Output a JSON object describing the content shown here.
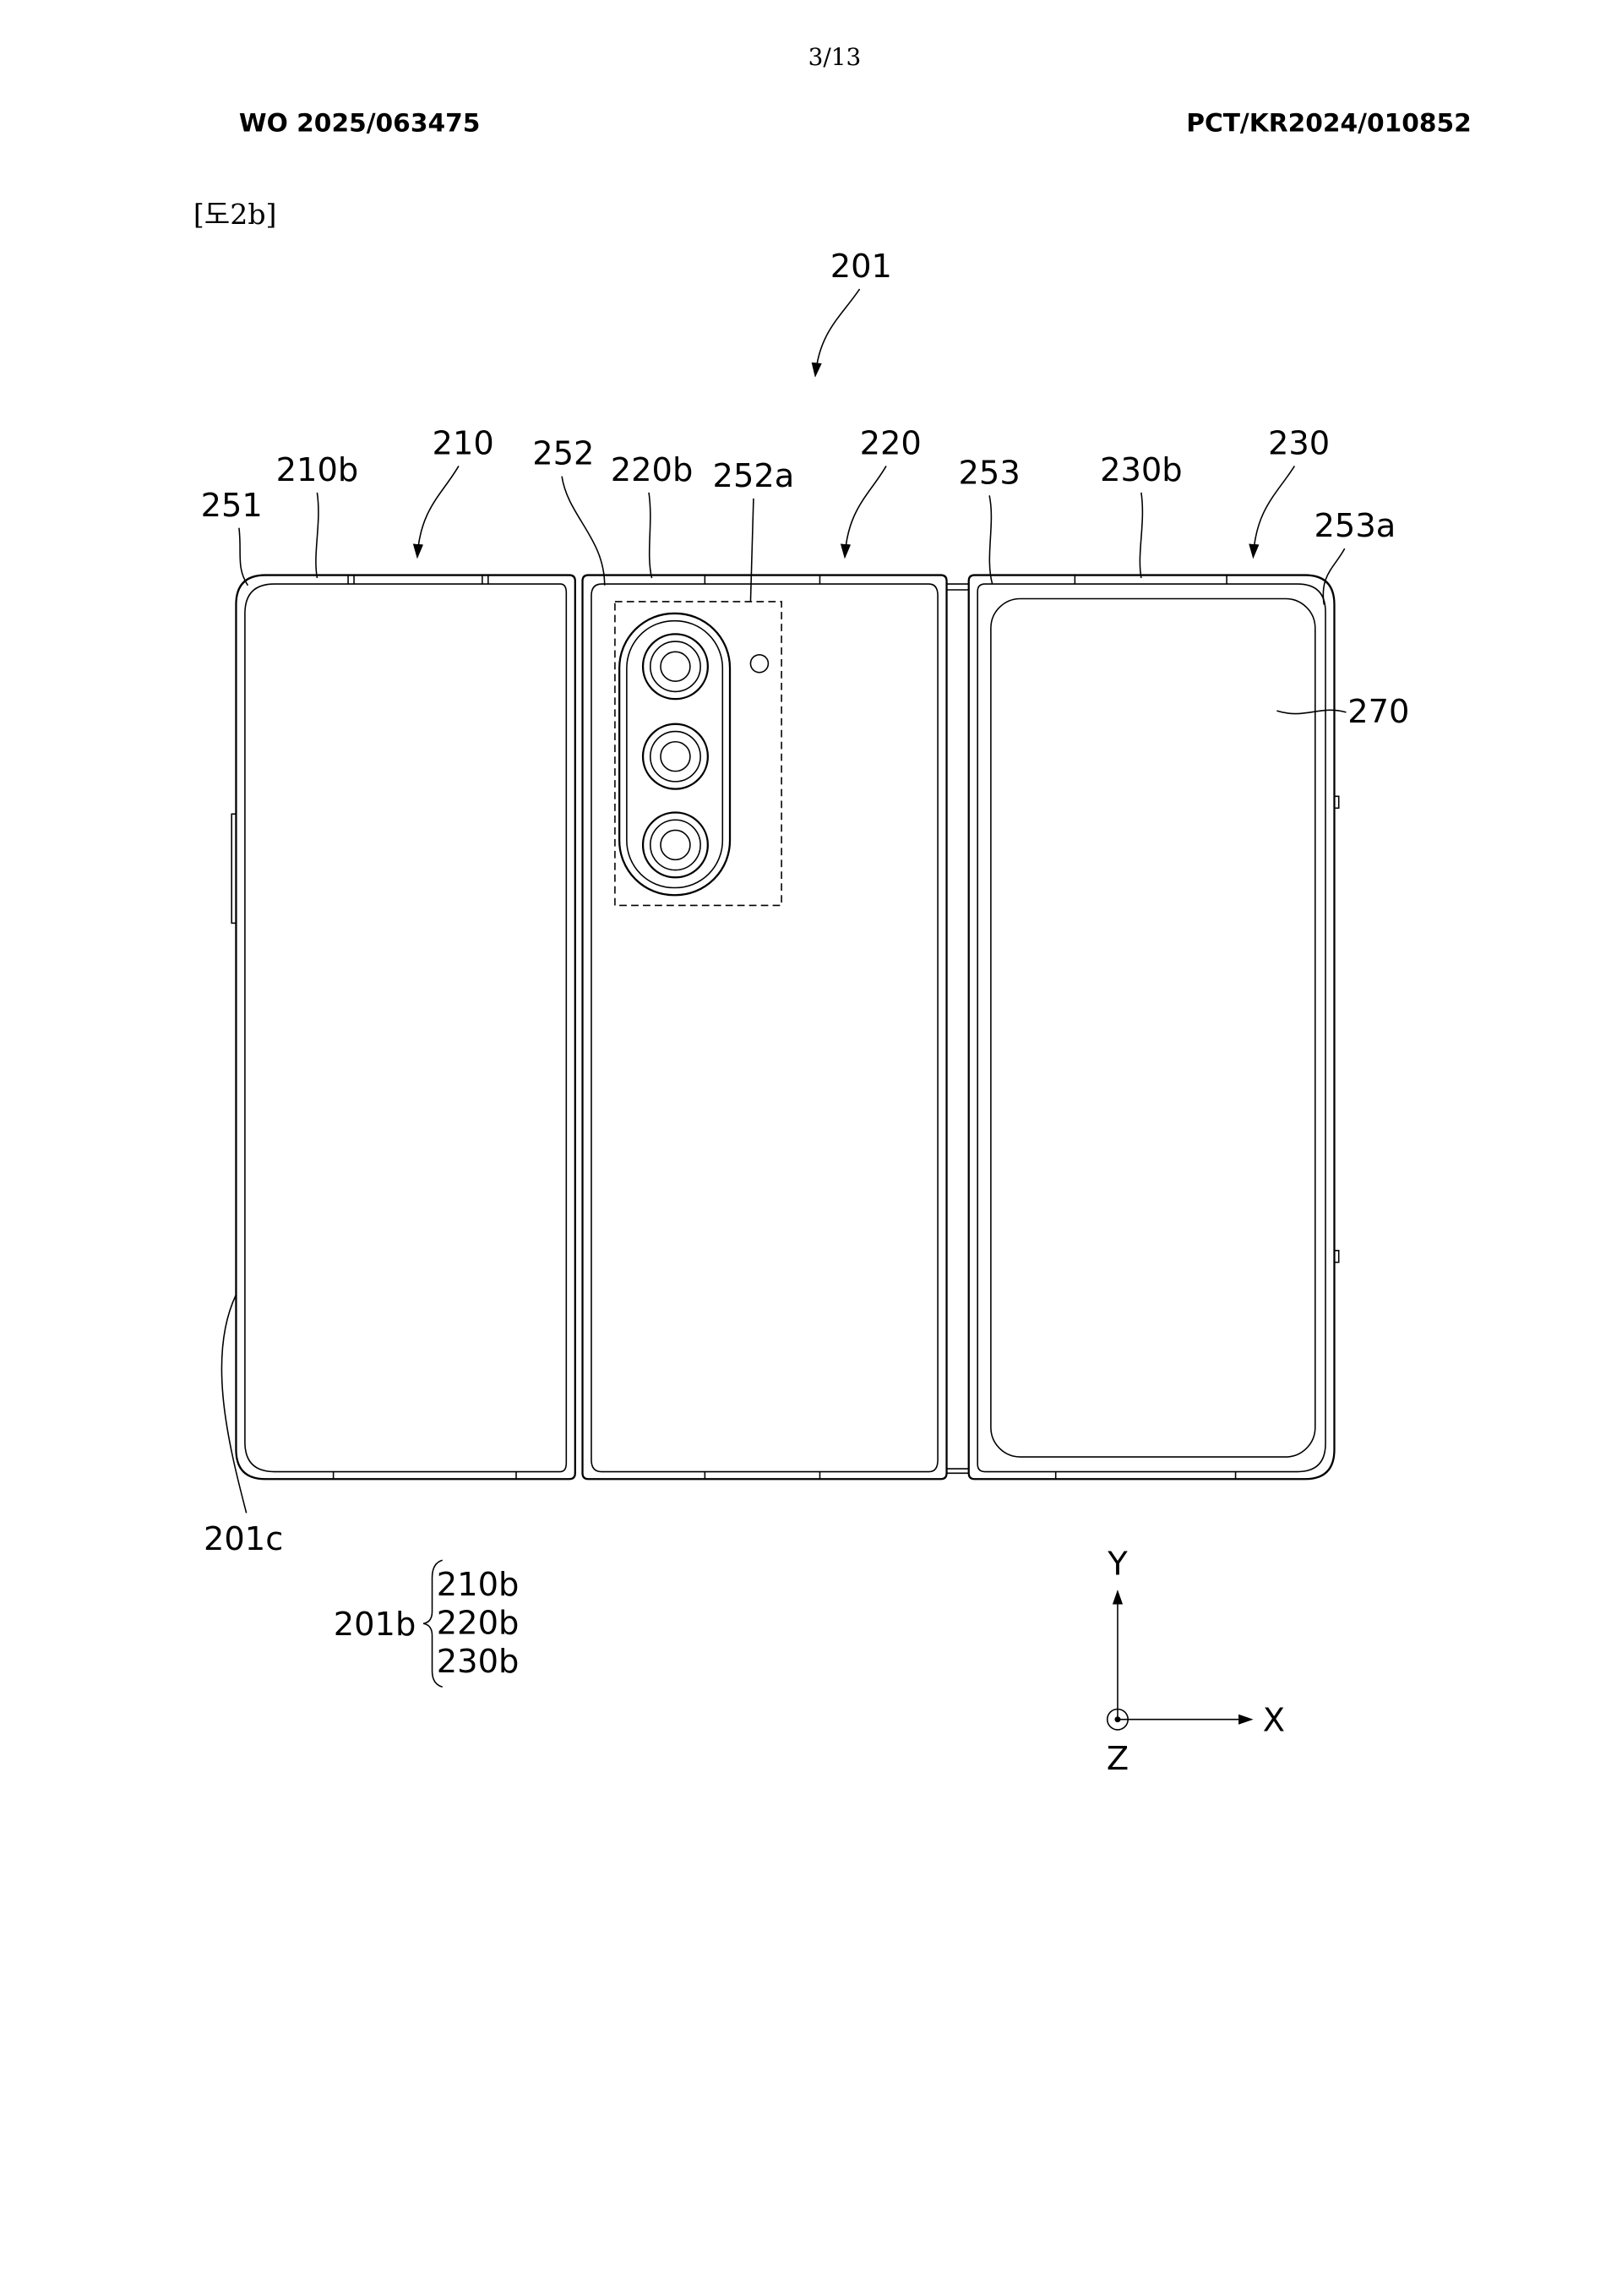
{
  "page": {
    "page_number": "3/13",
    "publication_number": "WO 2025/063475",
    "application_number": "PCT/KR2024/010852",
    "figure_label": "[도2b]"
  },
  "figure": {
    "labels": {
      "device": "201",
      "first_housing": "210",
      "first_rear": "210b",
      "second_housing": "220",
      "second_rear": "220b",
      "third_housing": "230",
      "third_rear": "230b",
      "side_251": "251",
      "side_252": "252",
      "camera_area": "252a",
      "side_253": "253",
      "corner_253a": "253a",
      "display": "270",
      "edge": "201c"
    },
    "legend_group": {
      "name": "201b",
      "members": [
        "210b",
        "220b",
        "230b"
      ]
    },
    "axes": {
      "y": "Y",
      "x": "X",
      "z": "Z"
    }
  }
}
